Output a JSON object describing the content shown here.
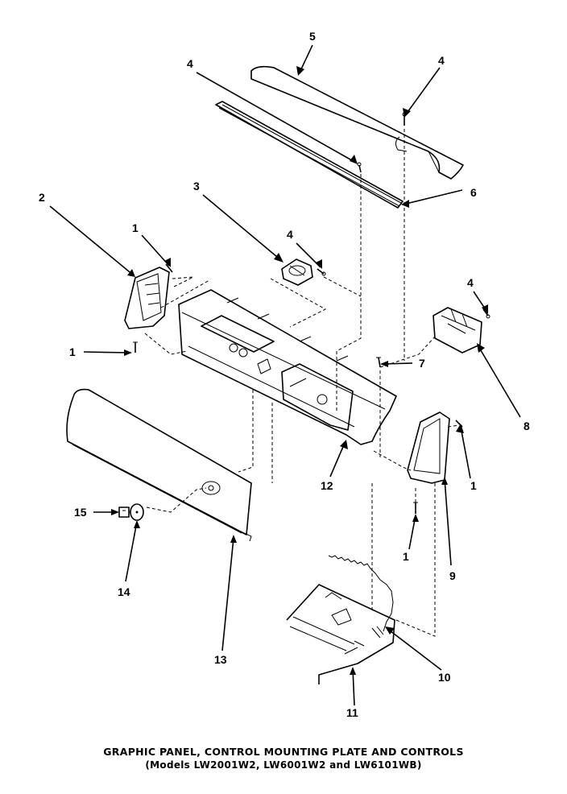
{
  "diagram": {
    "title": "GRAPHIC PANEL, CONTROL MOUNTING PLATE AND CONTROLS",
    "subtitle": "(Models LW2001W2, LW6001W2 and LW6101WB)",
    "callouts": {
      "c5": "5",
      "c4_left_top": "4",
      "c4_right_top": "4",
      "c6": "6",
      "c2": "2",
      "c3": "3",
      "c1_top": "1",
      "c4_mid": "4",
      "c4_right": "4",
      "c1_left": "1",
      "c7": "7",
      "c8": "8",
      "c12": "12",
      "c1_right": "1",
      "c15": "15",
      "c14": "14",
      "c1_bottom": "1",
      "c9": "9",
      "c13": "13",
      "c10": "10",
      "c11": "11"
    }
  }
}
